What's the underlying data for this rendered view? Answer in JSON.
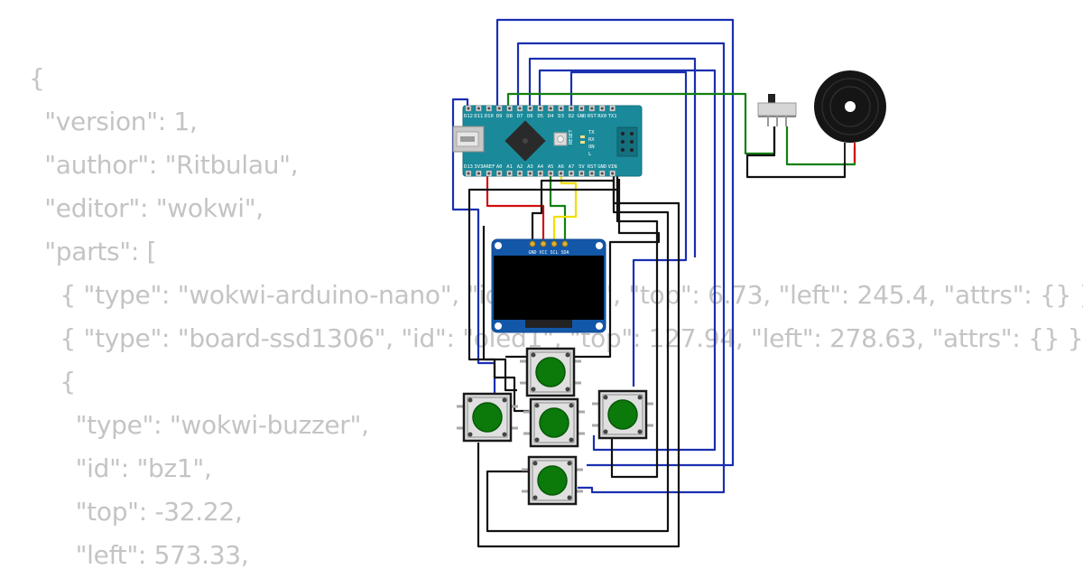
{
  "background_json": {
    "lines": [
      "{",
      "  \"version\": 1,",
      "  \"author\": \"Ritbulau\",",
      "  \"editor\": \"wokwi\",",
      "  \"parts\": [",
      "    { \"type\": \"wokwi-arduino-nano\", \"id\": \"nano\", \"top\": 6.73, \"left\": 245.4, \"attrs\": {} },",
      "    { \"type\": \"board-ssd1306\", \"id\": \"oled1\", \"top\": 127.94, \"left\": 278.63, \"attrs\": {} },",
      "    {",
      "      \"type\": \"wokwi-buzzer\",",
      "      \"id\": \"bz1\",",
      "      \"top\": -32.22,",
      "      \"left\": 573.33,"
    ]
  },
  "nano": {
    "top_pins": [
      "D12",
      "D11",
      "D10",
      "D9",
      "D8",
      "D7",
      "D6",
      "D5",
      "D4",
      "D3",
      "D2",
      "GND",
      "RST",
      "RX0",
      "TX1"
    ],
    "bottom_pins": [
      "D13",
      "3V3",
      "AREF",
      "A0",
      "A1",
      "A2",
      "A3",
      "A4",
      "A5",
      "A6",
      "A7",
      "5V",
      "RST",
      "GND",
      "VIN"
    ],
    "side_labels": [
      "TX",
      "RX",
      "ON",
      "L"
    ],
    "reset_label": "RESET"
  },
  "oled": {
    "pins": [
      "GND",
      "VCC",
      "SCL",
      "SDA"
    ]
  },
  "colors": {
    "board": "#1a8a9a",
    "wire_blue": "#1a2fb0",
    "wire_green": "#138013",
    "wire_red": "#d01010",
    "wire_yellow": "#f0e000",
    "wire_black": "#111111",
    "button_cap": "#0b7a0b",
    "json_text": "#c4c4c4"
  },
  "icons": [
    "usb-port-icon",
    "chip-icon",
    "reset-button-icon",
    "slide-switch-icon",
    "buzzer-icon",
    "pushbutton-icon"
  ]
}
